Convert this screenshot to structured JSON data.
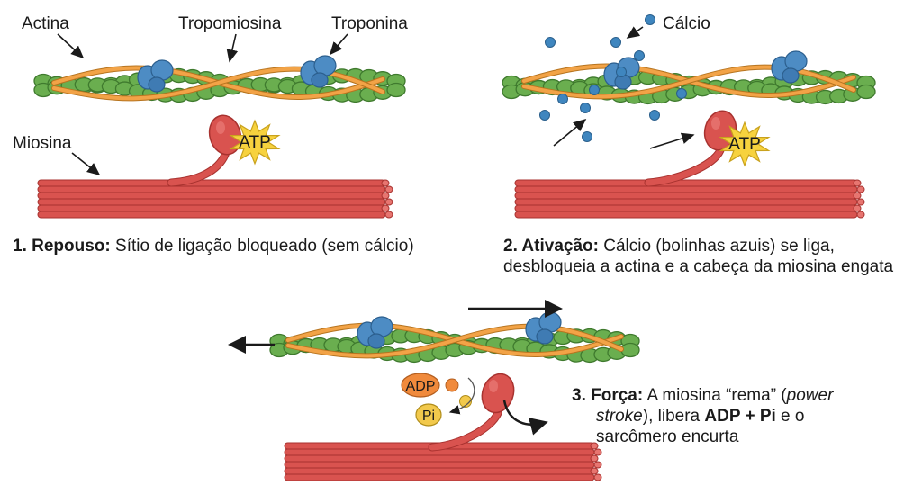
{
  "labels": {
    "actin": "Actina",
    "tropomyosin": "Tropomiosina",
    "troponin": "Troponina",
    "myosin": "Miosina",
    "calcium": "Cálcio",
    "atp": "ATP",
    "adp": "ADP",
    "pi": "Pi"
  },
  "steps": [
    {
      "title": "1. Repouso:",
      "text": "Sítio de ligação bloqueado (sem cálcio)"
    },
    {
      "title": "2. Ativação:",
      "text_line1": "Cálcio (bolinhas azuis) se liga,",
      "text_line2": "desbloqueia a actina e a cabeça da miosina engata"
    },
    {
      "title": "3. Força:",
      "text_a": "A miosina “rema” (",
      "text_b": "power",
      "text_c": "stroke",
      "text_d": "), libera ",
      "text_e": "ADP + Pi",
      "text_f": " e o",
      "text_g": "sarcômero encurta"
    }
  ],
  "colors": {
    "actin": "#6aae4f",
    "actin_dark": "#3f7a2e",
    "tropomyosin": "#f2a347",
    "troponin": "#4d8cc4",
    "myosin": "#d9534f",
    "myosin_dark": "#a8322f",
    "atp_star": "#f7d23e",
    "calcium": "#3f86bf",
    "adp": "#f08a3c",
    "pi": "#f2c94c"
  }
}
